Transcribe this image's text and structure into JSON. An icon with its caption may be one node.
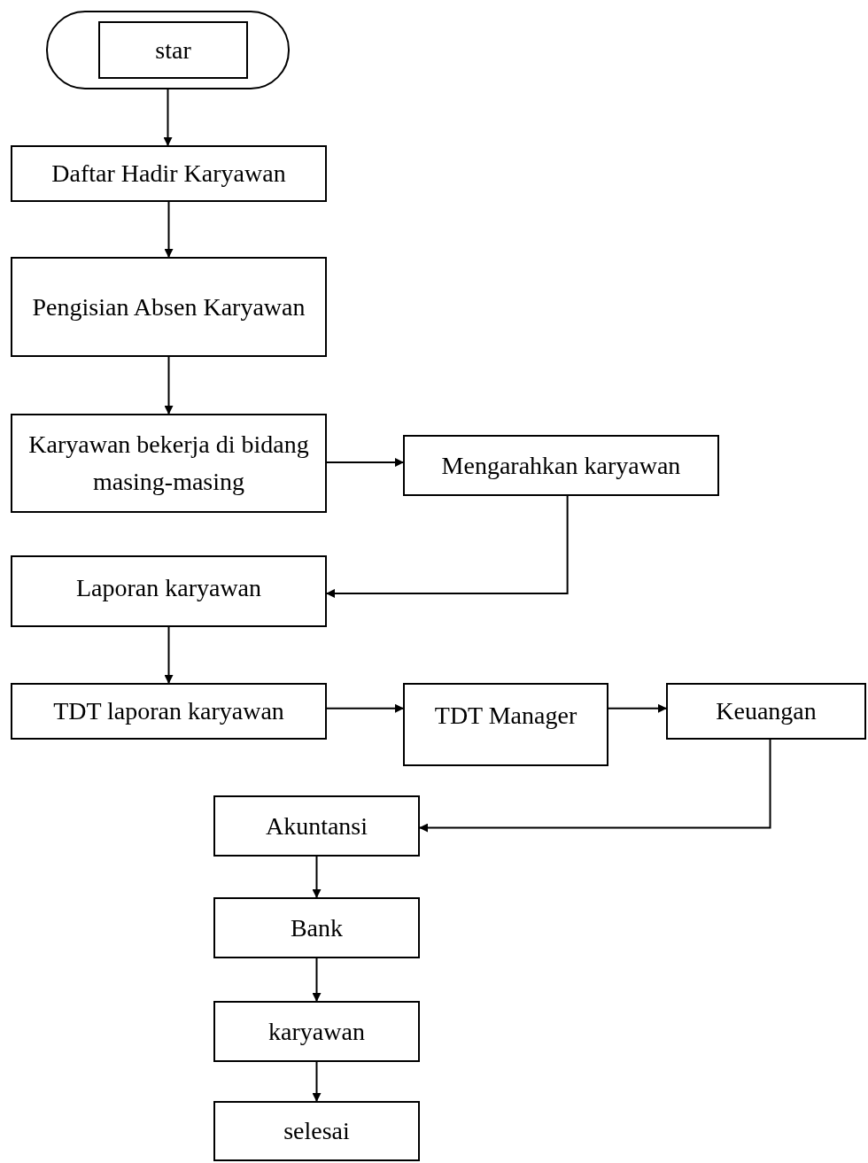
{
  "diagram": {
    "nodes": [
      {
        "text": [],
        "shape": "terminator"
      },
      {
        "text": [
          "star"
        ],
        "in": 0
      },
      {
        "text": [
          "Daftar Hadir Karyawan"
        ]
      },
      {
        "text": [
          "Pengisian Absen Karyawan"
        ]
      },
      {
        "text": [
          "Karyawan bekerja di bidang masing-masing"
        ]
      },
      {
        "text": [
          "Mengarahkan karyawan"
        ]
      },
      {
        "text": [
          "Laporan karyawan"
        ]
      },
      {
        "text": [
          "TDT laporan karyawan"
        ]
      },
      {
        "text": [
          "TDT Manager"
        ]
      },
      {
        "text": [
          "Keuangan"
        ]
      },
      {
        "text": [
          "Akuntansi"
        ]
      },
      {
        "text": [
          "Bank"
        ]
      },
      {
        "text": [
          "karyawan"
        ]
      },
      {
        "text": [
          "selesai"
        ]
      }
    ],
    "edges": [
      {
        "from": 0,
        "to": 2,
        "arrow": "to"
      },
      {
        "from": 2,
        "to": 3,
        "arrow": "to"
      },
      {
        "from": 3,
        "to": 4,
        "arrow": "to"
      },
      {
        "from": 4,
        "to": 5,
        "arrow": "to"
      },
      {
        "from": 5,
        "to": 6,
        "arrow": "to"
      },
      {
        "from": 6,
        "to": 7,
        "arrow": "to"
      },
      {
        "from": 7,
        "to": 8,
        "arrow": "to"
      },
      {
        "from": 8,
        "to": 9,
        "arrow": "to"
      },
      {
        "from": 9,
        "to": 10,
        "arrow": "to"
      },
      {
        "from": 10,
        "to": 11,
        "arrow": "to"
      },
      {
        "from": 11,
        "to": 12,
        "arrow": "to"
      },
      {
        "from": 12,
        "to": 13,
        "arrow": "to"
      }
    ]
  }
}
